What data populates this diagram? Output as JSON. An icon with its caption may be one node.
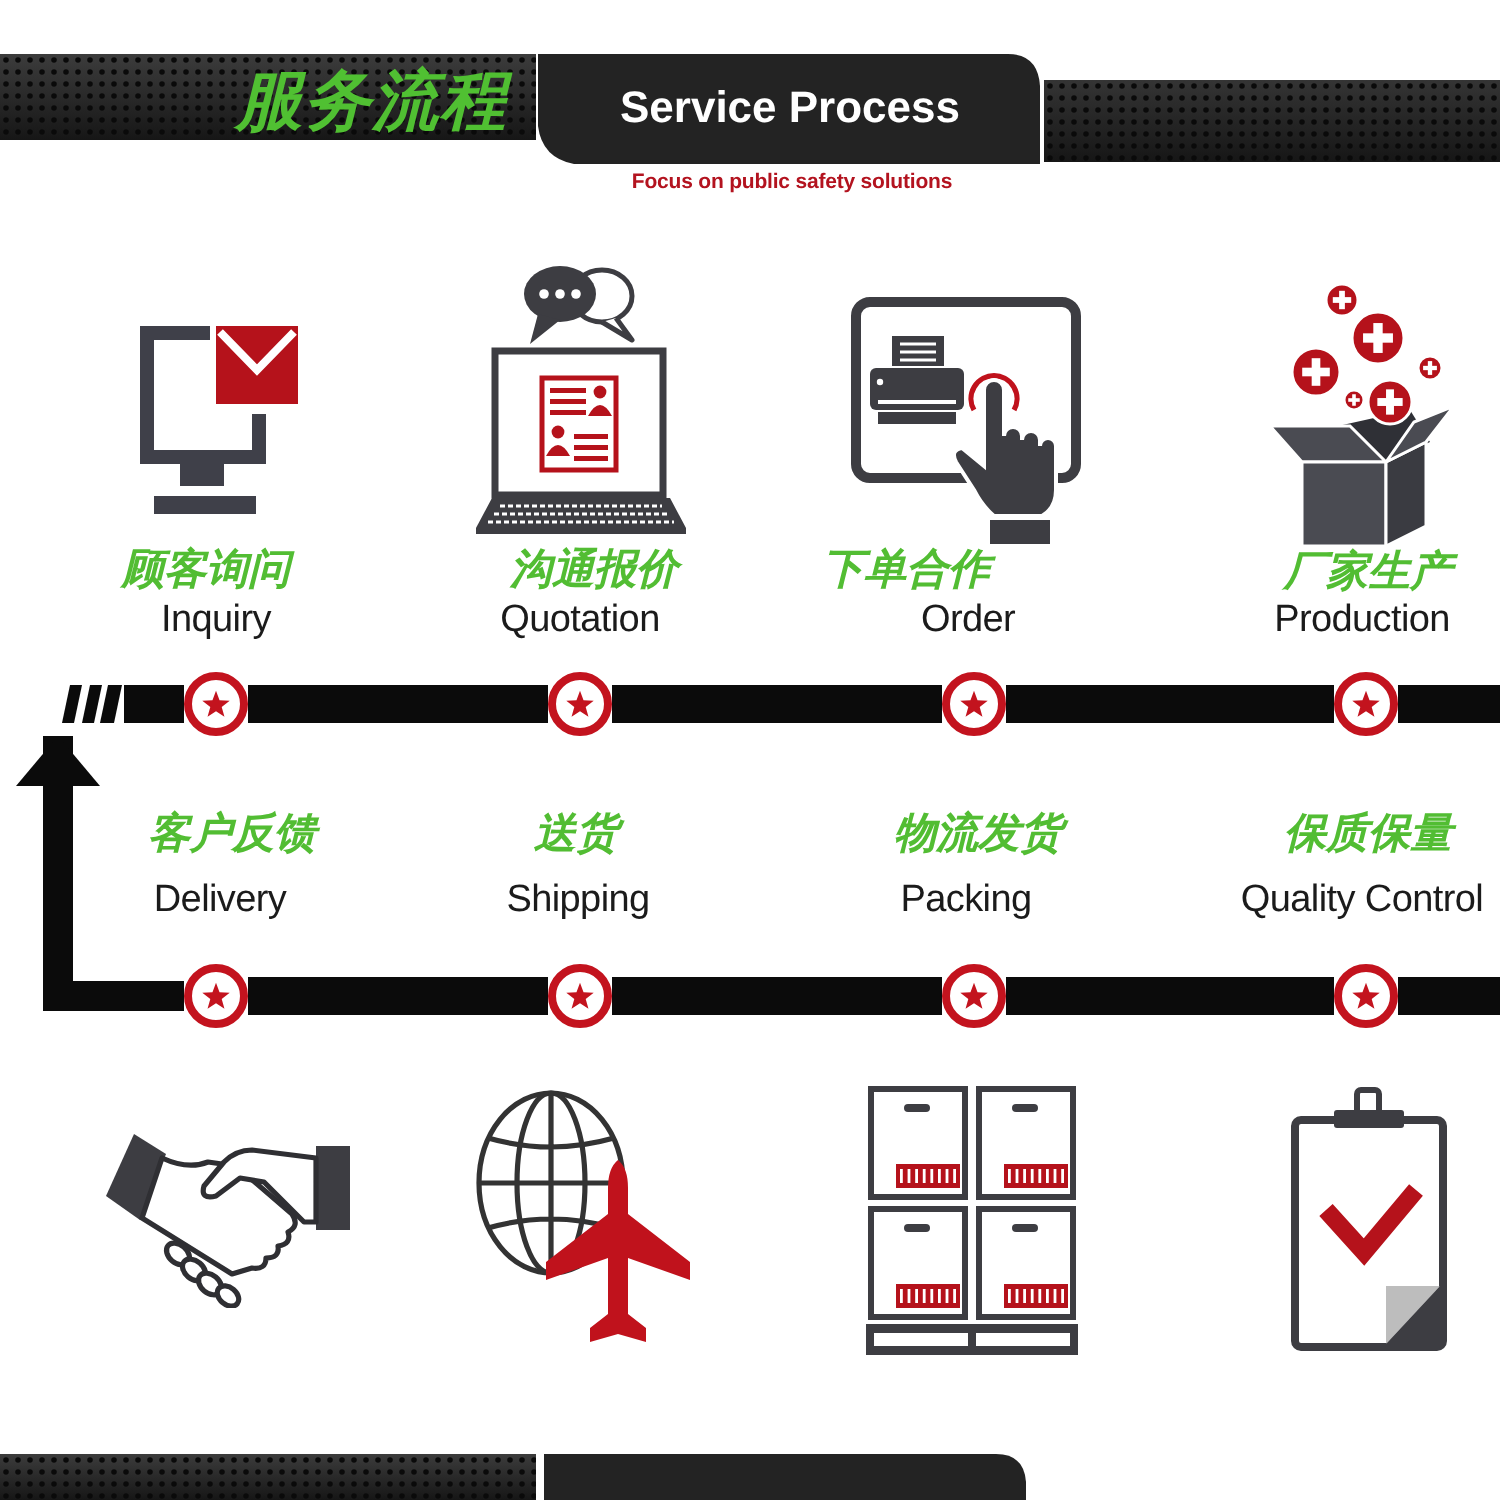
{
  "diagram": {
    "title": "服务流程",
    "nodes": [
      {
        "text": [],
        "shape": "circle",
        "beside": [
          "顾客询问",
          "Inquiry"
        ]
      },
      {
        "text": [],
        "shape": "circle",
        "beside": [
          "沟通报价",
          "Quotation"
        ]
      },
      {
        "text": [],
        "shape": "circle",
        "beside": [
          "下单合作",
          "Order"
        ]
      },
      {
        "text": [],
        "shape": "circle",
        "beside": [
          "厂家生产",
          "Production"
        ]
      },
      {
        "text": [],
        "shape": "circle",
        "beside": [
          "客户反馈",
          "Delivery"
        ]
      },
      {
        "text": [],
        "shape": "circle",
        "beside": [
          "送货",
          "Shipping"
        ]
      },
      {
        "text": [],
        "shape": "circle",
        "beside": [
          "物流发货",
          "Packing"
        ]
      },
      {
        "text": [],
        "shape": "circle",
        "beside": [
          "保质保量",
          "Quality Control"
        ]
      }
    ],
    "edges": [
      {
        "from": null,
        "to": 0,
        "arrow": "other"
      },
      {
        "from": 0,
        "to": 1,
        "arrow": "none"
      },
      {
        "from": 1,
        "to": 2,
        "arrow": "none"
      },
      {
        "from": 2,
        "to": 3,
        "arrow": "none"
      },
      {
        "from": 3,
        "to": null,
        "arrow": "none"
      },
      {
        "from": null,
        "to": 7,
        "arrow": "none"
      },
      {
        "from": 7,
        "to": 6,
        "arrow": "none"
      },
      {
        "from": 6,
        "to": 5,
        "arrow": "none"
      },
      {
        "from": 5,
        "to": 4,
        "arrow": "none"
      },
      {
        "from": 4,
        "to": 0,
        "arrow": "to"
      }
    ],
    "labels": [
      "Service Process",
      "Focus on public safety solutions"
    ]
  }
}
